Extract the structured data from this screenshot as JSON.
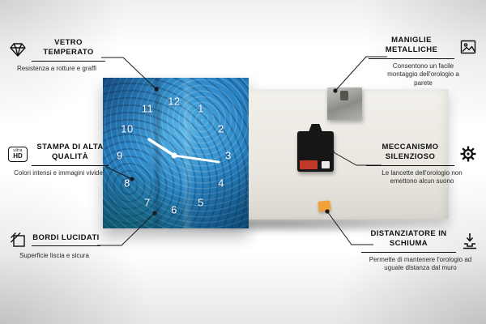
{
  "product": {
    "clock": {
      "numbers": [
        "12",
        "1",
        "2",
        "3",
        "4",
        "5",
        "6",
        "7",
        "8",
        "9",
        "10",
        "11"
      ],
      "face_colors": {
        "primary": "#2a86c8",
        "light": "#55b4e6",
        "dark": "#11558e",
        "accent_teal": "#0a5a4a"
      },
      "hands_color": "#ffffff"
    },
    "back": {
      "panel_color": "#e8e6df",
      "mechanism_color": "#161616",
      "battery_color": "#c0392b",
      "spacer_color": "#f2a13a",
      "plate_color": "#8c8c87"
    }
  },
  "callouts": [
    {
      "title": "VETRO TEMPERATO",
      "subtitle": "Resistenza a rotture e graffi",
      "icon": "diamond-icon",
      "side": "left"
    },
    {
      "title": "STAMPA DI ALTA QUALITÀ",
      "subtitle": "Colori intensi e immagini vivide",
      "icon": "ultra-hd-icon",
      "badge_top": "ultra",
      "badge_bottom": "HD",
      "side": "left"
    },
    {
      "title": "BORDI LUCIDATI",
      "subtitle": "Superficie liscia e sicura",
      "icon": "polished-edges-icon",
      "side": "left"
    },
    {
      "title": "MANIGLIE METALLICHE",
      "subtitle": "Consentono un facile montaggio dell'orologio a parete",
      "icon": "picture-frame-icon",
      "side": "right"
    },
    {
      "title": "MECCANISMO SILENZIOSO",
      "subtitle": "Le lancette dell'orologio non emettono alcun suono",
      "icon": "gear-icon",
      "side": "right"
    },
    {
      "title": "DISTANZIATORE IN SCHIUMA",
      "subtitle": "Permette di mantenere l'orologio ad uguale distanza dal muro",
      "icon": "down-arrow-spacer-icon",
      "side": "right"
    }
  ]
}
